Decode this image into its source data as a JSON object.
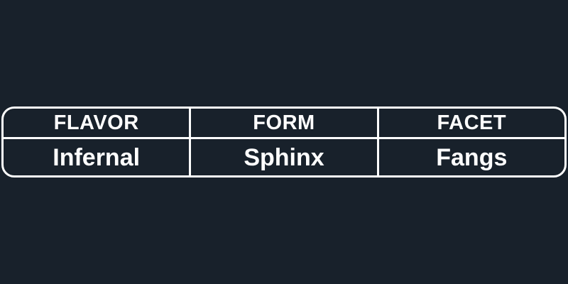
{
  "table": {
    "headers": [
      "FLAVOR",
      "FORM",
      "FACET"
    ],
    "values": [
      "Infernal",
      "Sphinx",
      "Fangs"
    ]
  },
  "colors": {
    "background": "#18212b",
    "foreground": "#ffffff"
  }
}
